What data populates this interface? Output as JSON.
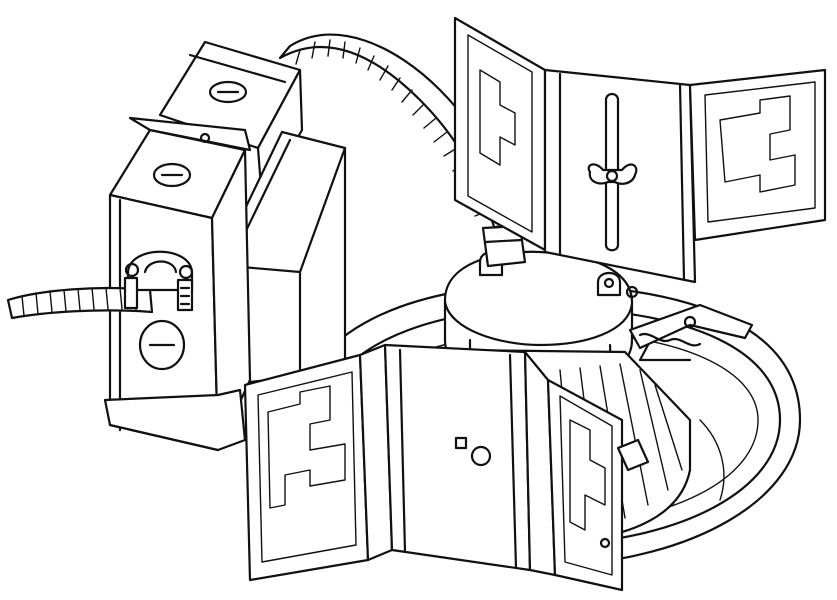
{
  "illustration": {
    "subject": "recessed-downlight-assembly",
    "line_color": "#111111",
    "background_color": "#ffffff",
    "parts": [
      "junction-box",
      "driver-box",
      "flexible-conduit",
      "armored-cable",
      "cable-clamp",
      "knockout",
      "mounting-bracket",
      "wing-nut",
      "led-module",
      "heat-sink",
      "trim-reflector",
      "torsion-spring-clip"
    ]
  }
}
